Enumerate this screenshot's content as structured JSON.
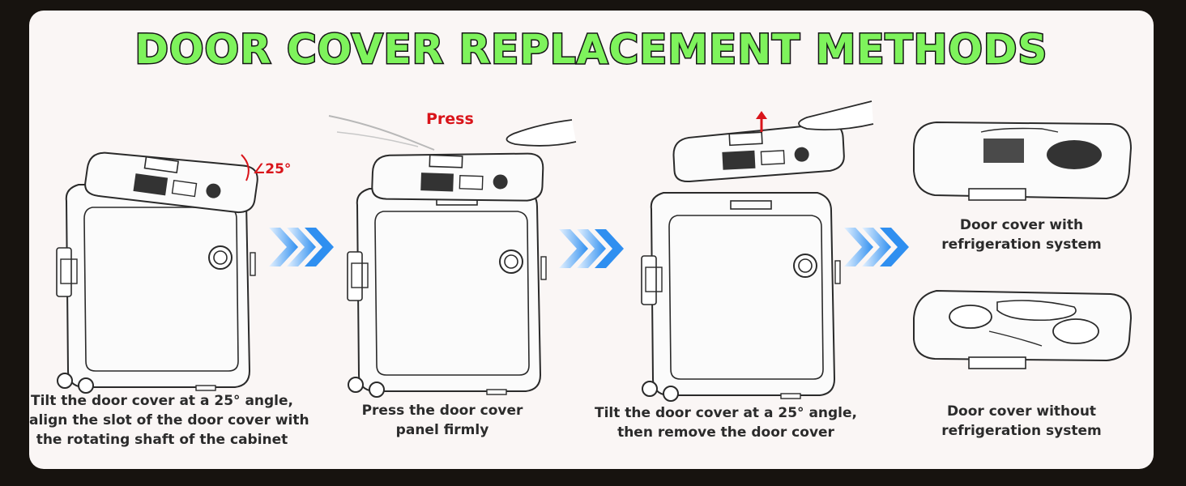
{
  "title": "DOOR COVER REPLACEMENT METHODS",
  "steps": [
    {
      "lines": [
        "Tilt the door cover at a 25° angle,",
        "align the slot of the door cover with",
        "the rotating shaft of the cabinet"
      ]
    },
    {
      "lines": [
        "Press the door cover",
        "panel firmly"
      ]
    },
    {
      "lines": [
        "Tilt the door cover at a 25° angle,",
        "then remove the door cover"
      ]
    }
  ],
  "annotations": {
    "angle": "∠25°",
    "press": "Press"
  },
  "covers": [
    {
      "lines": [
        "Door cover with",
        "refrigeration system"
      ]
    },
    {
      "lines": [
        "Door cover without",
        "refrigeration system"
      ]
    }
  ],
  "colors": {
    "title_fill": "#7ef35c",
    "accent_red": "#d9141a",
    "arrow_blue": "#2f8ff0"
  }
}
